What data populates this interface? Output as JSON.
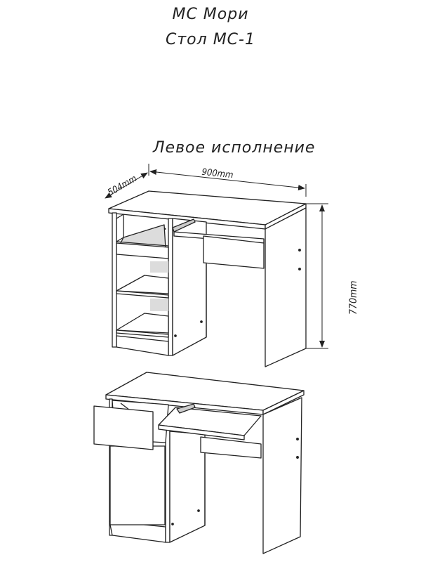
{
  "header": {
    "brand": "МС Мори",
    "model": "Стол МС-1"
  },
  "variant_label": "Левое исполнение",
  "dimensions": {
    "depth": "504mm",
    "width": "900mm",
    "height": "770mm"
  },
  "views": [
    {
      "name": "closed-view",
      "description": "Desk with drawer and shelves, keyboard tray closed"
    },
    {
      "name": "open-view",
      "description": "Desk with drawer and keyboard tray pulled out"
    }
  ],
  "colors": {
    "line": "#222222",
    "shade": "#dcdcdc",
    "background": "#ffffff"
  }
}
